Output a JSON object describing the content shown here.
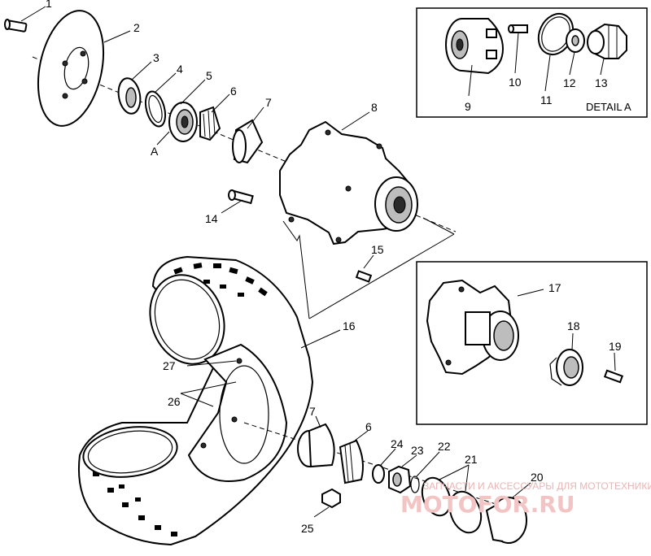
{
  "callouts": [
    {
      "id": "1",
      "label": "1"
    },
    {
      "id": "2",
      "label": "2"
    },
    {
      "id": "3",
      "label": "3"
    },
    {
      "id": "4",
      "label": "4"
    },
    {
      "id": "5",
      "label": "5"
    },
    {
      "id": "6",
      "label": "6"
    },
    {
      "id": "7",
      "label": "7"
    },
    {
      "id": "8",
      "label": "8"
    },
    {
      "id": "A",
      "label": "A"
    },
    {
      "id": "9",
      "label": "9"
    },
    {
      "id": "10",
      "label": "10"
    },
    {
      "id": "11",
      "label": "11"
    },
    {
      "id": "12",
      "label": "12"
    },
    {
      "id": "13",
      "label": "13"
    },
    {
      "id": "14",
      "label": "14"
    },
    {
      "id": "15",
      "label": "15"
    },
    {
      "id": "16",
      "label": "16"
    },
    {
      "id": "17",
      "label": "17"
    },
    {
      "id": "18",
      "label": "18"
    },
    {
      "id": "19",
      "label": "19"
    },
    {
      "id": "27",
      "label": "27"
    },
    {
      "id": "26",
      "label": "26"
    },
    {
      "id": "7b",
      "label": "7"
    },
    {
      "id": "6b",
      "label": "6"
    },
    {
      "id": "24",
      "label": "24"
    },
    {
      "id": "23",
      "label": "23"
    },
    {
      "id": "22",
      "label": "22"
    },
    {
      "id": "21",
      "label": "21"
    },
    {
      "id": "20",
      "label": "20"
    },
    {
      "id": "25",
      "label": "25"
    }
  ],
  "detail_a": {
    "title": "DETAIL A"
  },
  "watermark": {
    "caption": "ЗАПЧАСТИ И АКСЕССУАРЫ ДЛЯ МОТОТЕХНИКИ",
    "brand": "MOTOFOR.RU"
  }
}
